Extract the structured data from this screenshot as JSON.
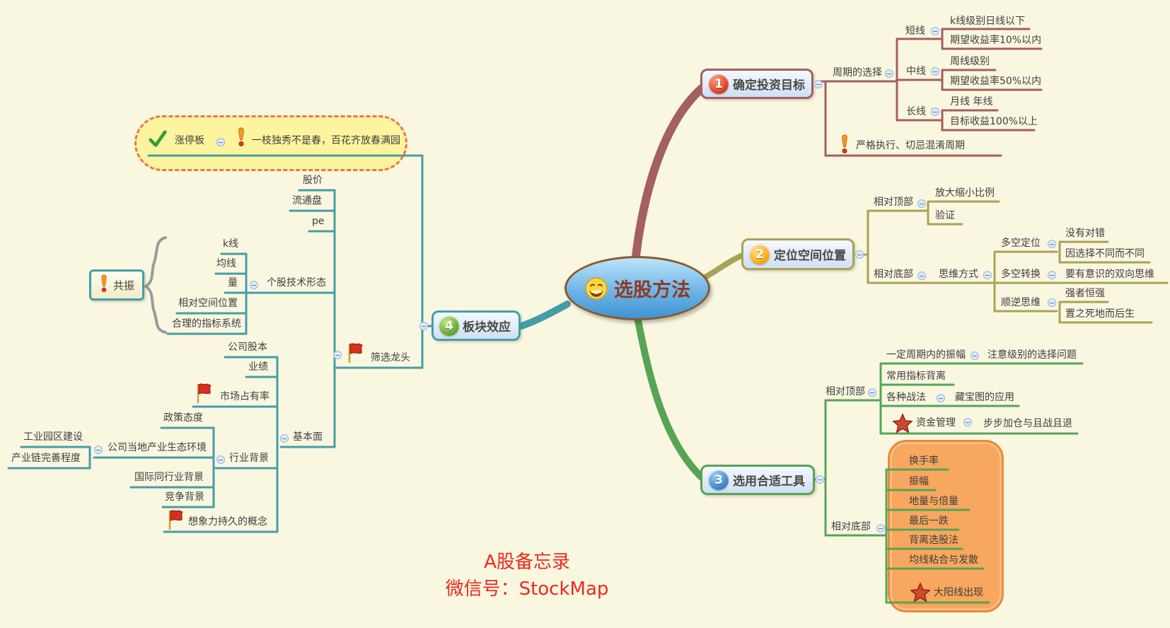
{
  "center": {
    "label": "选股方法"
  },
  "branches": {
    "b1": {
      "badge": "1",
      "label": "确定投资目标",
      "color": "#a45f5f",
      "cycle": {
        "label": "周期的选择",
        "short": {
          "label": "短线",
          "children": [
            "k线级别日线以下",
            "期望收益率10%以内"
          ]
        },
        "mid": {
          "label": "中线",
          "children": [
            "周线级别",
            "期望收益率50%以内"
          ]
        },
        "long": {
          "label": "长线",
          "children": [
            "月线 年线",
            "目标收益100%以上"
          ]
        }
      },
      "note": "严格执行、切忌混淆周期"
    },
    "b2": {
      "badge": "2",
      "label": "定位空间位置",
      "color": "#a8a355",
      "top": {
        "label": "相对顶部",
        "children": [
          "放大缩小比例",
          "验证"
        ]
      },
      "bottom": {
        "label": "相对底部",
        "thinking": {
          "label": "思维方式",
          "position": {
            "label": "多空定位",
            "children": [
              "没有对错",
              "因选择不同而不同"
            ]
          },
          "switch": {
            "label": "多空转换",
            "children": [
              "要有意识的双向思维"
            ]
          },
          "reverse": {
            "label": "顺逆思维",
            "children": [
              "强者恒强",
              "置之死地而后生"
            ]
          }
        }
      }
    },
    "b3": {
      "badge": "3",
      "label": "选用合适工具",
      "color": "#57a457",
      "top": {
        "label": "相对顶部",
        "amplitude": {
          "label": "一定周期内的振幅",
          "child": "注意级别的选择问题"
        },
        "divergence": "常用指标背离",
        "tactics": {
          "label": "各种战法",
          "child": "藏宝图的应用"
        },
        "money": {
          "label": "资金管理",
          "child": "步步加仓与且战且退"
        }
      },
      "bottom": {
        "label": "相对底部",
        "items": [
          "换手率",
          "振幅",
          "地量与倍量",
          "最后一跌",
          "背离选股法",
          "均线粘合与发散",
          "大阳线出现"
        ]
      }
    },
    "b4": {
      "badge": "4",
      "label": "板块效应",
      "color": "#459ea6",
      "cloud": {
        "label": "涨停板",
        "child": "一枝独秀不是春，百花齐放春满园"
      },
      "leader": {
        "label": "筛选龙头",
        "price": "股价",
        "float": "流通盘",
        "pe": "pe",
        "tech": {
          "label": "个股技术形态",
          "resonance": "共振",
          "items": [
            "k线",
            "均线",
            "量",
            "相对空间位置",
            "合理的指标系统"
          ]
        },
        "fundamental": {
          "label": "基本面",
          "equity": "公司股本",
          "performance": "业绩",
          "share": "市场占有率",
          "industry": {
            "label": "行业背景",
            "policy": "政策态度",
            "ecosystem": {
              "label": "公司当地产业生态环境",
              "children": [
                "工业园区建设",
                "产业链完善程度"
              ]
            },
            "international": "国际同行业背景",
            "competition": "竞争背景"
          },
          "concept": "想象力持久的概念"
        }
      }
    }
  },
  "watermark": {
    "line1": "A股备忘录",
    "line2": "微信号：StockMap"
  }
}
